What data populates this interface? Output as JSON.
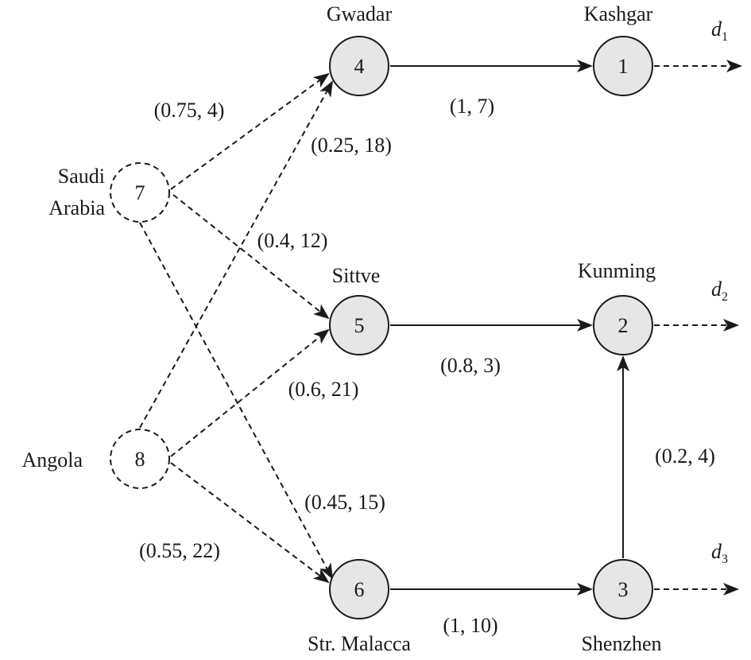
{
  "nodes": {
    "n1": {
      "number": "1",
      "label": "Kashgar"
    },
    "n2": {
      "number": "2",
      "label": "Kunming"
    },
    "n3": {
      "number": "3",
      "label": "Shenzhen"
    },
    "n4": {
      "number": "4",
      "label": "Gwadar"
    },
    "n5": {
      "number": "5",
      "label": "Sittve"
    },
    "n6": {
      "number": "6",
      "label": "Str. Malacca"
    },
    "n7": {
      "number": "7",
      "label_line1": "Saudi",
      "label_line2": "Arabia"
    },
    "n8": {
      "number": "8",
      "label": "Angola"
    }
  },
  "edges": {
    "e7_4": "(0.75, 4)",
    "e8_4": "(0.25, 18)",
    "e7_5": "(0.4, 12)",
    "e8_5": "(0.6, 21)",
    "e7_6": "(0.45, 15)",
    "e8_6": "(0.55, 22)",
    "e4_1": "(1, 7)",
    "e5_2": "(0.8, 3)",
    "e6_3": "(1, 10)",
    "e3_2": "(0.2, 4)"
  },
  "demands": {
    "d1": {
      "base": "d",
      "sub": "1"
    },
    "d2": {
      "base": "d",
      "sub": "2"
    },
    "d3": {
      "base": "d",
      "sub": "3"
    }
  },
  "colors": {
    "port_node_fill": "#e6e6e6",
    "supply_node_fill": "#ffffff",
    "stroke": "#1a1a1a"
  }
}
